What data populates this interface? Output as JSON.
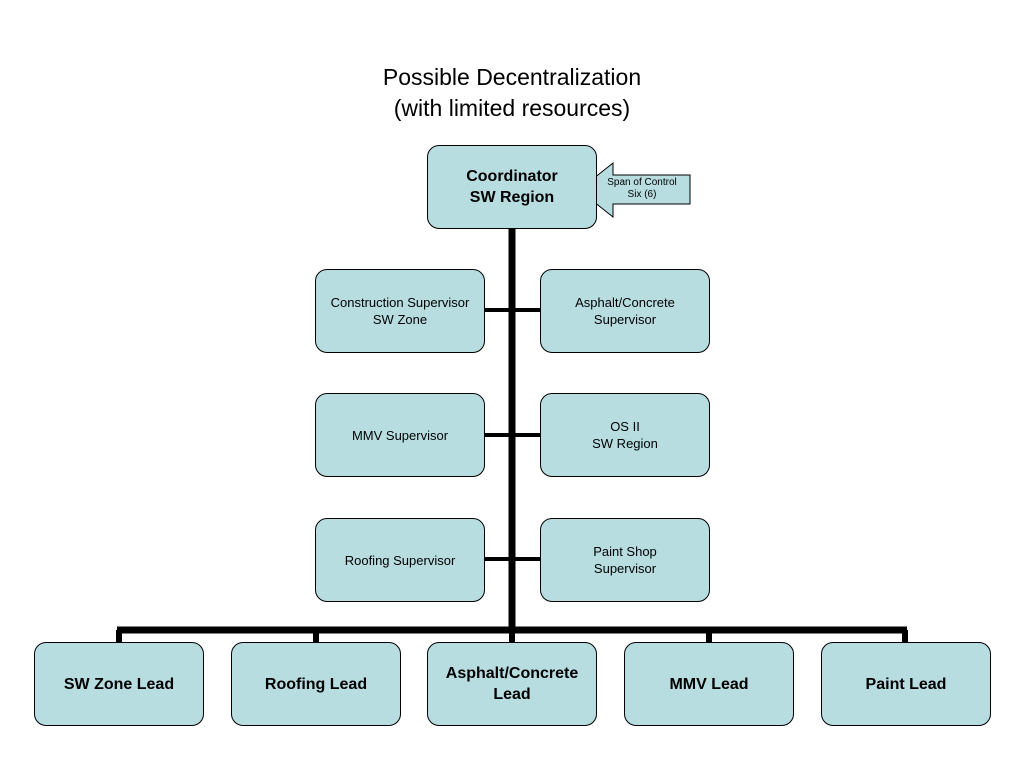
{
  "title": {
    "line1": "Possible Decentralization",
    "line2": "(with limited resources)"
  },
  "coordinator": {
    "line1": "Coordinator",
    "line2": "SW Region"
  },
  "callout": {
    "line1": "Span of Control",
    "line2": "Six (6)"
  },
  "supervisors": {
    "construction": {
      "line1": "Construction Supervisor",
      "line2": "SW Zone"
    },
    "asphalt": {
      "line1": "Asphalt/Concrete",
      "line2": "Supervisor"
    },
    "mmv": {
      "line1": "MMV Supervisor"
    },
    "os2": {
      "line1": "OS II",
      "line2": "SW Region"
    },
    "roofing": {
      "line1": "Roofing Supervisor"
    },
    "paint": {
      "line1": "Paint Shop",
      "line2": "Supervisor"
    }
  },
  "leads": {
    "sw_zone": {
      "line1": "SW Zone Lead"
    },
    "roofing": {
      "line1": "Roofing Lead"
    },
    "asphalt": {
      "line1": "Asphalt/Concrete",
      "line2": "Lead"
    },
    "mmv": {
      "line1": "MMV Lead"
    },
    "paint": {
      "line1": "Paint Lead"
    }
  },
  "colors": {
    "box_fill": "#b7dde1",
    "connector": "#000000"
  }
}
